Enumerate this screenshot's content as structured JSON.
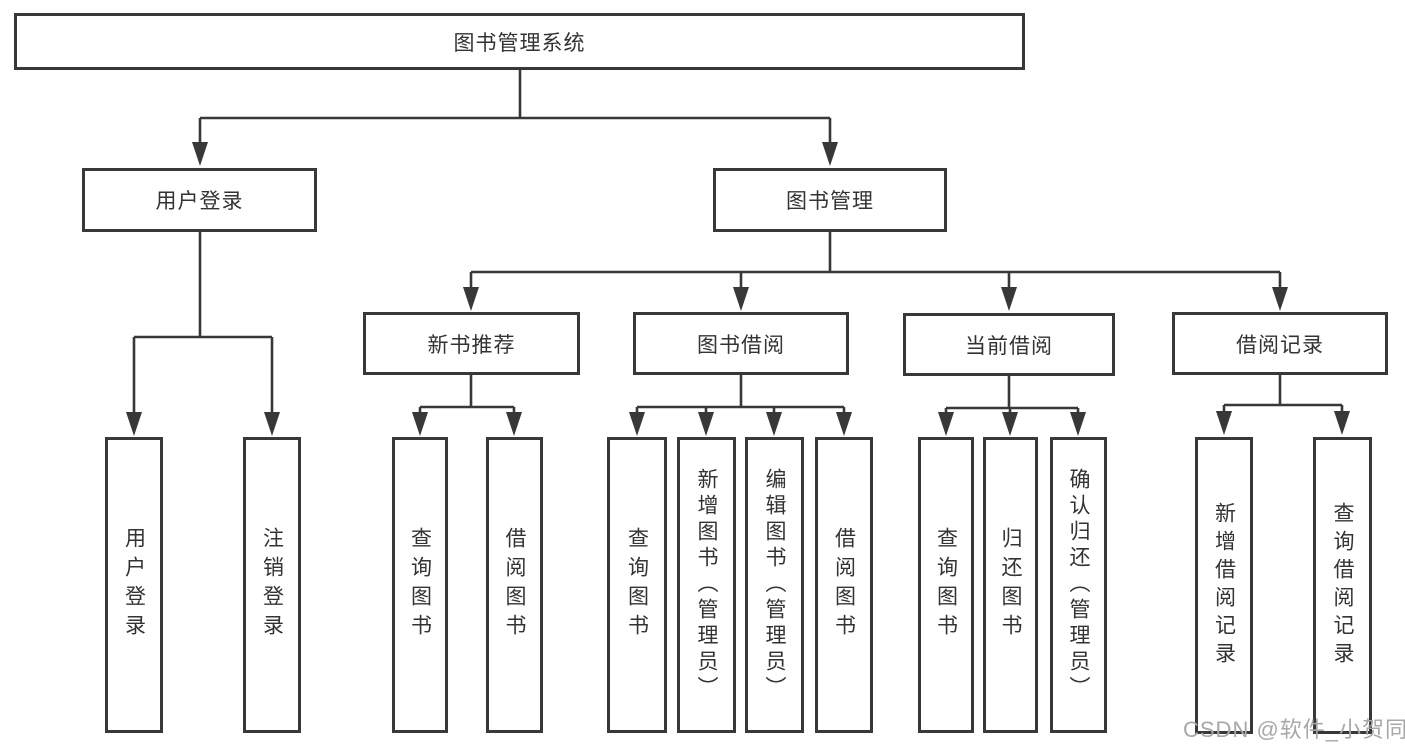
{
  "diagram": {
    "watermark": "CSDN @软件_小贺同学",
    "colors": {
      "line": "#383838",
      "box_border": "#383838",
      "box_background": "#ffffff",
      "text": "#333333",
      "watermark_text": "#a8a8a8"
    },
    "root": {
      "label": "图书管理系统"
    },
    "branches": [
      {
        "label": "用户登录",
        "children": [
          "用户登录",
          "注销登录"
        ]
      },
      {
        "label": "图书管理",
        "sections": [
          {
            "label": "新书推荐",
            "children": [
              "查询图书",
              "借阅图书"
            ]
          },
          {
            "label": "图书借阅",
            "children": [
              "查询图书",
              "新增图书（管理员）",
              "编辑图书（管理员）",
              "借阅图书"
            ]
          },
          {
            "label": "当前借阅",
            "children": [
              "查询图书",
              "归还图书",
              "确认归还（管理员）"
            ]
          },
          {
            "label": "借阅记录",
            "children": [
              "新增借阅记录",
              "查询借阅记录"
            ]
          }
        ]
      }
    ]
  }
}
